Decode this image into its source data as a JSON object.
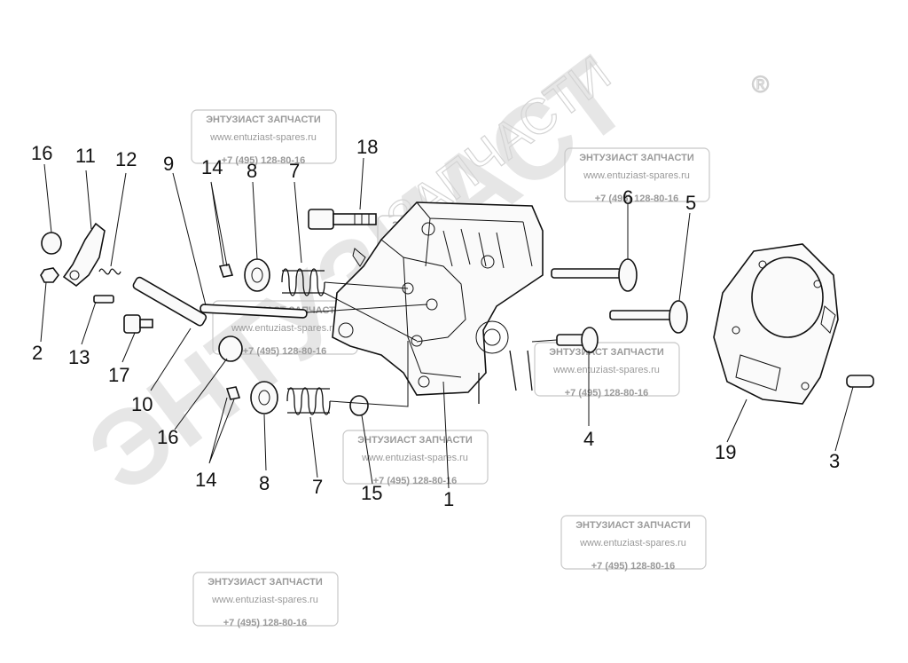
{
  "watermark": {
    "brand": "ЭНТУЗИАСТ ЗАПЧАСТИ",
    "url": "www.entuziast-spares.ru",
    "phone": "+7 (495) 128-80-16",
    "large_text_1": "ЭНТУЗИАСТ",
    "large_text_2": "ЗАПЧАСТИ",
    "registered_mark": "®"
  },
  "callouts": {
    "c1": "1",
    "c2": "2",
    "c3": "3",
    "c4": "4",
    "c5": "5",
    "c6": "6",
    "c7a": "7",
    "c7b": "7",
    "c8a": "8",
    "c8b": "8",
    "c9": "9",
    "c10": "10",
    "c11": "11",
    "c12": "12",
    "c13": "13",
    "c14a": "14",
    "c14b": "14",
    "c15": "15",
    "c16a": "16",
    "c16b": "16",
    "c17": "17",
    "c18": "18",
    "c19": "19"
  }
}
